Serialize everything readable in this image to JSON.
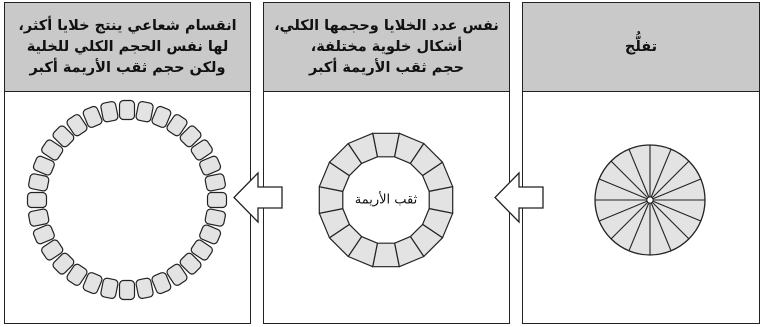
{
  "panels": [
    {
      "heading": "انقسام شعاعي ينتج خلايا أكثر،\nلها نفس الحجم الكلي للخلية\nولكن حجم ثقب الأريمة أكبر"
    },
    {
      "heading": "نفس عدد الخلايا وحجمها الكلي،\nأشكال خلوية مختلفة،\nحجم ثقب الأريمة أكبر"
    },
    {
      "heading": "تفلُّج"
    }
  ],
  "blastocoel_label": "ثقب الأريمة",
  "colors": {
    "header_fill": "#c9c9c9",
    "cell_fill": "#e3e3e3",
    "stroke": "#222222"
  }
}
